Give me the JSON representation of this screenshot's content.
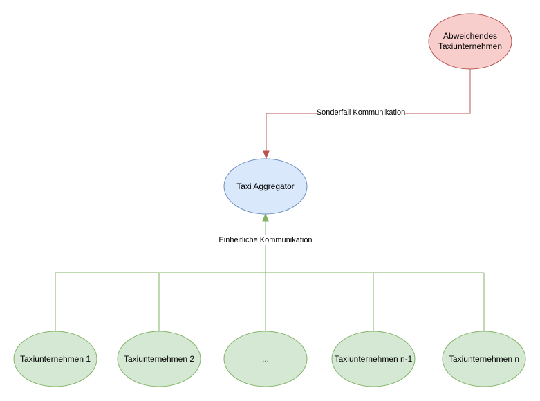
{
  "colors": {
    "red_fill": "#f8cecc",
    "red_stroke": "#b85450",
    "blue_fill": "#dae8fc",
    "blue_stroke": "#6c8ebf",
    "green_fill": "#d5e8d4",
    "green_stroke": "#82b366"
  },
  "nodes": {
    "abweichend_line1": "Abweichendes",
    "abweichend_line2": "Taxiunternehmen",
    "aggregator": "Taxi Aggregator",
    "taxi_1": "Taxiunternehmen 1",
    "taxi_2": "Taxiunternehmen 2",
    "taxi_ellipsis": "...",
    "taxi_n_minus_1": "Taxiunternehmen n-1",
    "taxi_n": "Taxiunternehmen n"
  },
  "edges": {
    "special_label": "Sonderfall Kommunikation",
    "uniform_label": "Einheitliche Kommunikation"
  }
}
